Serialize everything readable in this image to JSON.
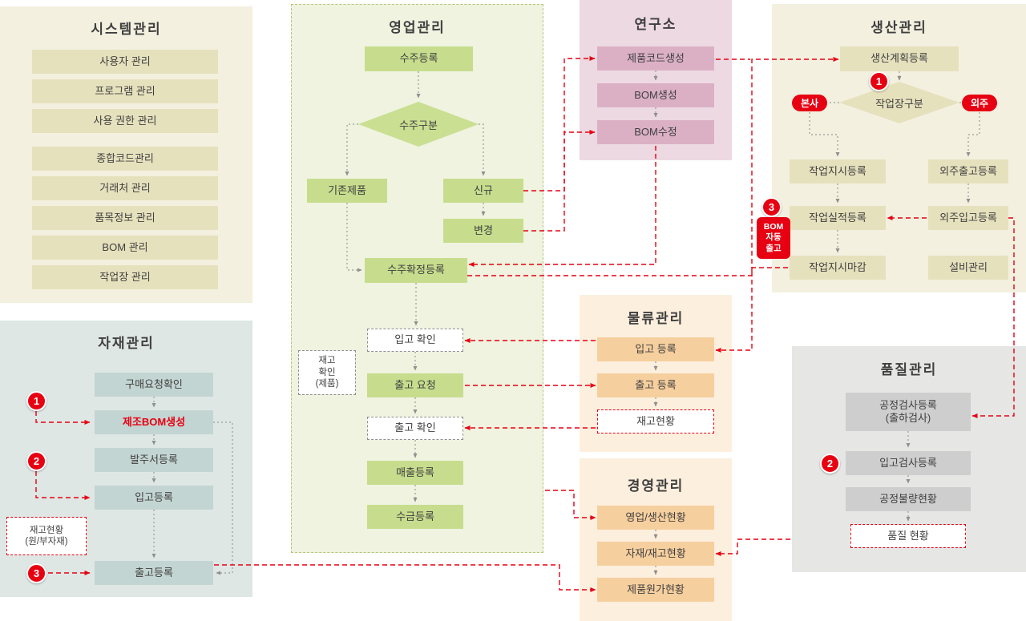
{
  "colors": {
    "accent_red": "#e60012",
    "system_panel": "#f3f0df",
    "system_box": "#e6e1bd",
    "material_panel": "#dfe7e5",
    "material_box": "#c3d5d2",
    "sales_panel": "#eff3df",
    "sales_box": "#c7dd8d",
    "lab_panel": "#edd9e2",
    "lab_box": "#dbb0c5",
    "logistics_panel": "#fcefde",
    "logistics_box": "#f6cf9e",
    "quality_panel": "#e6e6e5",
    "quality_box": "#cecece"
  },
  "step_numbers": {
    "n1": "1",
    "n2": "2",
    "n3": "3"
  },
  "system": {
    "title": "시스템관리",
    "items": [
      "사용자 관리",
      "프로그램 관리",
      "사용 권한 관리",
      "종합코드관리",
      "거래처 관리",
      "품목정보 관리",
      "BOM 관리",
      "작업장 관리"
    ]
  },
  "material": {
    "title": "자재관리",
    "items": [
      "구매요청확인",
      "제조BOM생성",
      "발주서등록",
      "입고등록",
      "출고등록"
    ],
    "stock_note": "재고현황\n(원/부자재)"
  },
  "sales": {
    "title": "영업관리",
    "order_reg": "수주등록",
    "order_type": "수주구분",
    "existing": "기존제품",
    "new_item": "신규",
    "change": "변경",
    "order_confirm": "수주확정등록",
    "inbound_check": "입고 확인",
    "stock_check": "재고\n확인\n(제품)",
    "outbound_request": "출고 요청",
    "outbound_check": "출고 확인",
    "sales_reg": "매출등록",
    "collection_reg": "수금등록"
  },
  "lab": {
    "title": "연구소",
    "items": [
      "제품코드생성",
      "BOM생성",
      "BOM수정"
    ]
  },
  "logistics": {
    "title": "물류관리",
    "items": [
      "입고 등록",
      "출고 등록",
      "재고현황"
    ]
  },
  "management": {
    "title": "경영관리",
    "items": [
      "영업/생산현황",
      "자재/재고현황",
      "제품원가현황"
    ]
  },
  "production": {
    "title": "생산관리",
    "plan_reg": "생산계획등록",
    "workplace_type": "작업장구분",
    "hq": "본사",
    "outsourcing": "외주",
    "work_order_reg": "작업지시등록",
    "outsourcing_out_reg": "외주출고등록",
    "work_result_reg": "작업실적등록",
    "outsourcing_in_reg": "외주입고등록",
    "work_order_close": "작업지시마감",
    "equipment_mgmt": "설비관리",
    "bom_auto_ship": "BOM\n자동\n출고"
  },
  "quality": {
    "title": "품질관리",
    "process_inspection": "공정검사등록\n(출하검사)",
    "incoming_inspection": "입고검사등록",
    "process_defect_status": "공정불량현황",
    "quality_status": "품질 현황"
  }
}
